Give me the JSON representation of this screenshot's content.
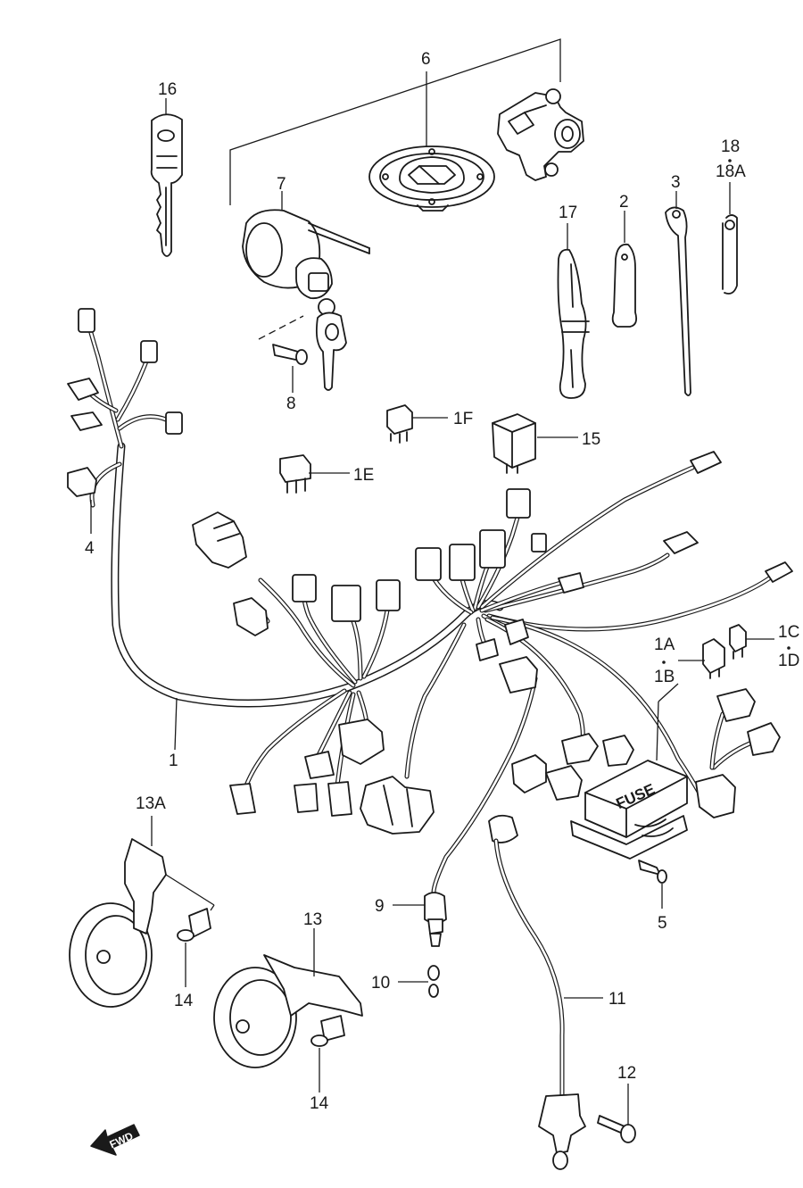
{
  "callouts": {
    "c16": "16",
    "c6": "6",
    "c7": "7",
    "c8": "8",
    "c17": "17",
    "c2": "2",
    "c3": "3",
    "c18": "18",
    "c18a": "18A",
    "c4": "4",
    "c1f": "1F",
    "c15": "15",
    "c1e": "1E",
    "c1a": "1A",
    "c1b": "1B",
    "c1c": "1C",
    "c1d": "1D",
    "c1": "1",
    "c13a": "13A",
    "c5": "5",
    "c9": "9",
    "c10": "10",
    "c11": "11",
    "c13": "13",
    "c14a": "14",
    "c14b": "14",
    "c12": "12"
  },
  "fuse_box_label": "FUSE",
  "direction_arrow": "FWD",
  "icons": {
    "fwd": "forward-arrow-icon"
  }
}
